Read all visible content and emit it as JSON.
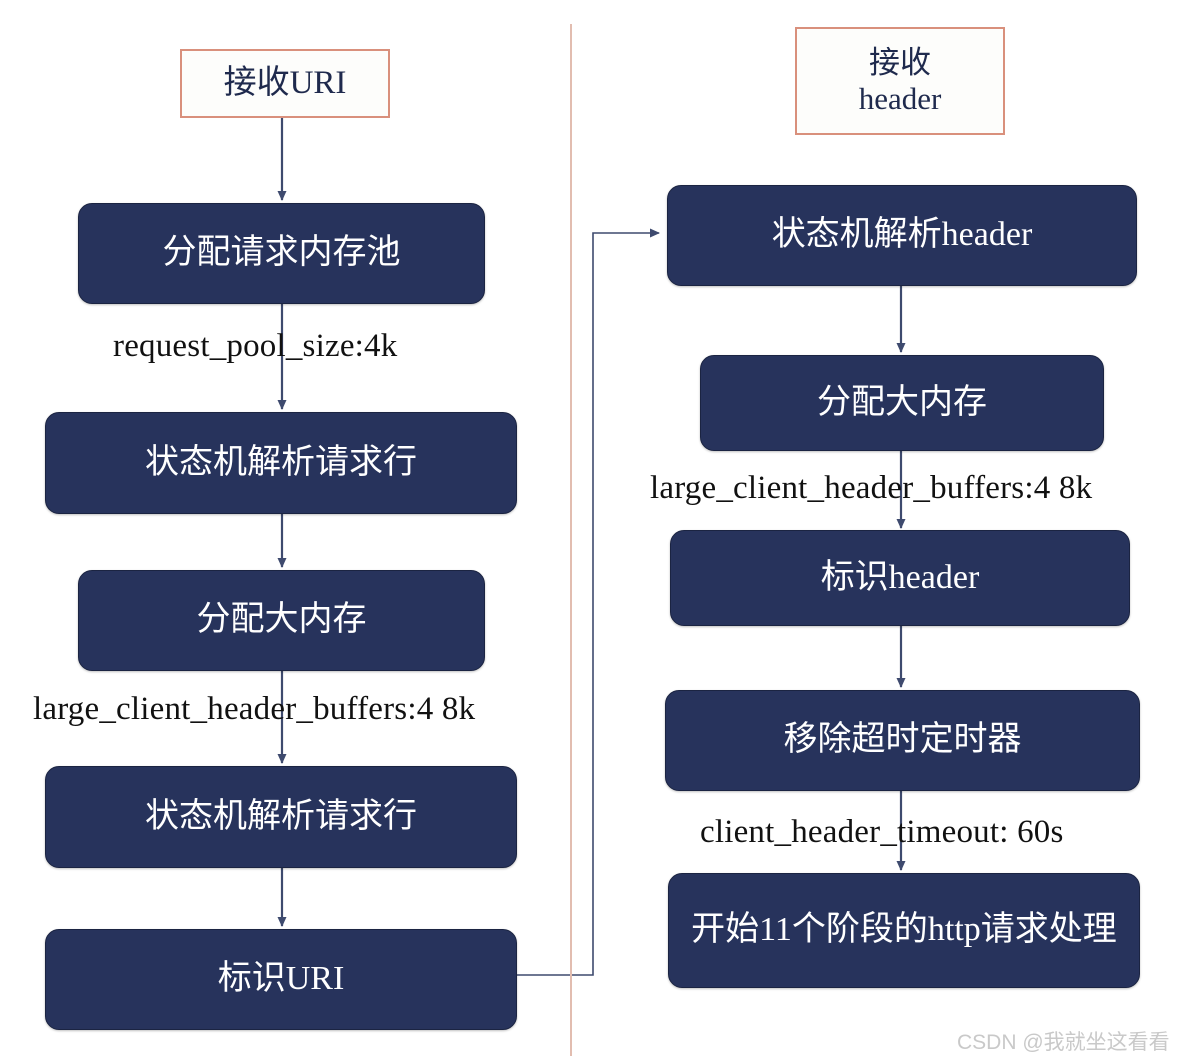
{
  "diagram": {
    "title": "Nginx HTTP request line and header processing flow",
    "colors": {
      "node_fill": "#27335C",
      "node_text": "#FFFFFF",
      "terminator_border": "#D9907C",
      "terminator_text": "#1F2A4D",
      "connector": "#3E4A6E",
      "divider": "#E2BDB0",
      "label_text": "#111111",
      "watermark_text": "#C9C9C9",
      "background": "#FFFFFF"
    }
  },
  "left_column": {
    "terminator": {
      "lines": [
        "接收URI"
      ]
    },
    "nodes": [
      {
        "id": "l1",
        "label": "分配请求内存池"
      },
      {
        "id": "l2",
        "label": "状态机解析请求行"
      },
      {
        "id": "l3",
        "label": "分配大内存"
      },
      {
        "id": "l4",
        "label": "状态机解析请求行"
      },
      {
        "id": "l5",
        "label": "标识URI"
      }
    ],
    "edge_labels": [
      {
        "id": "le1",
        "text": "request_pool_size:4k"
      },
      {
        "id": "le2",
        "text": "large_client_header_buffers:4 8k"
      }
    ]
  },
  "right_column": {
    "terminator": {
      "lines": [
        "接收",
        "header"
      ]
    },
    "nodes": [
      {
        "id": "r1",
        "label": "状态机解析header"
      },
      {
        "id": "r2",
        "label": "分配大内存"
      },
      {
        "id": "r3",
        "label": "标识header"
      },
      {
        "id": "r4",
        "label": "移除超时定时器"
      },
      {
        "id": "r5",
        "label": "开始11个阶段的http请求处理"
      }
    ],
    "edge_labels": [
      {
        "id": "re1",
        "text": "large_client_header_buffers:4 8k"
      },
      {
        "id": "re2",
        "text": "client_header_timeout: 60s"
      }
    ]
  },
  "watermark": {
    "text": "CSDN @我就坐这看看"
  }
}
